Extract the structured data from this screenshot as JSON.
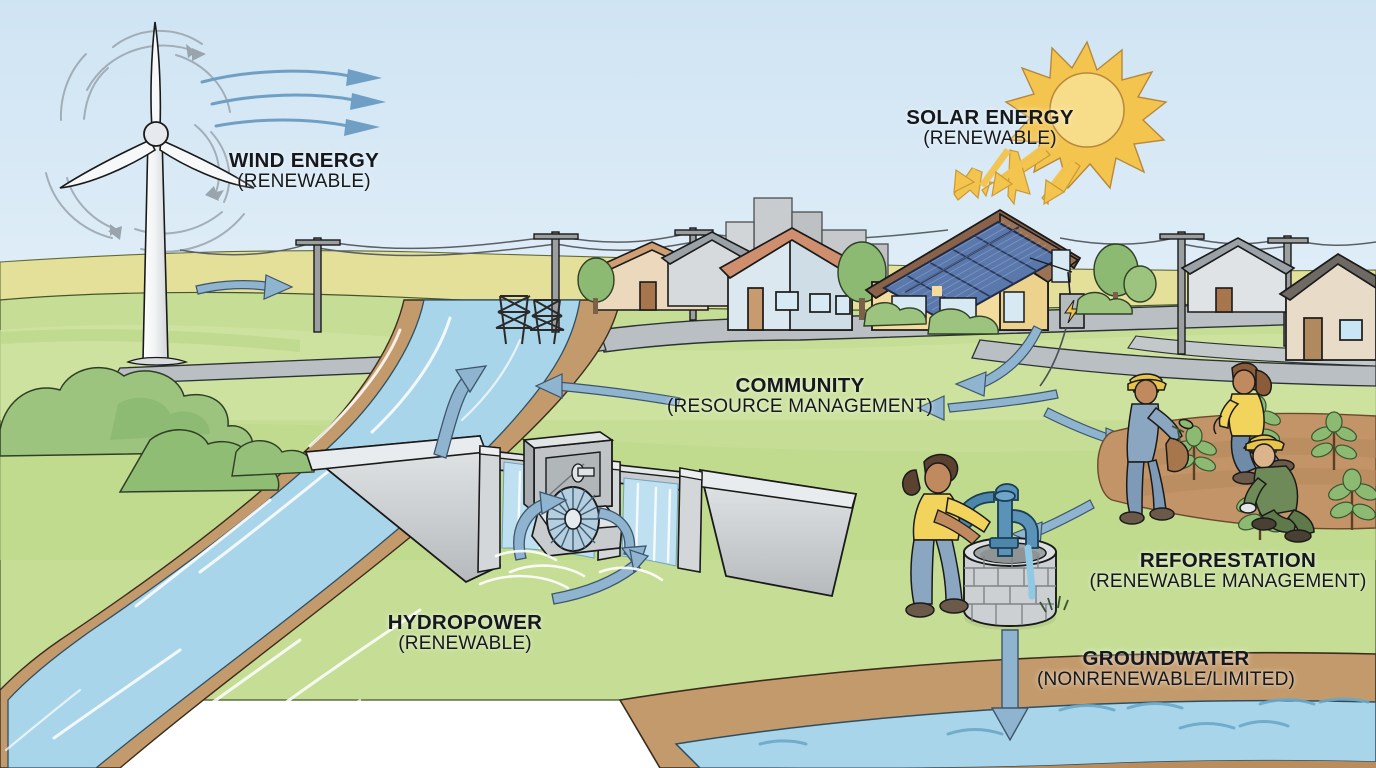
{
  "illustration": {
    "title": "Renewable and Nonrenewable Resources in a Community Landscape",
    "type": "educational-diagram"
  },
  "labels": {
    "wind": {
      "heading": "WIND ENERGY",
      "subheading": "(RENEWABLE)"
    },
    "solar": {
      "heading": "SOLAR ENERGY",
      "subheading": "(RENEWABLE)"
    },
    "community": {
      "heading": "COMMUNITY",
      "subheading": "(RESOURCE MANAGEMENT)"
    },
    "hydro": {
      "heading": "HYDROPOWER",
      "subheading": "(RENEWABLE)"
    },
    "reforest": {
      "heading": "REFORESTATION",
      "subheading": "(RENEWABLE MANAGEMENT)"
    },
    "ground": {
      "heading": "GROUNDWATER",
      "subheading": "(NONRENEWABLE/LIMITED)"
    }
  },
  "scene_elements": {
    "wind_turbine": "wind-turbine-icon",
    "sun": "sun-icon",
    "solar_panels": "solar-panel-array-icon",
    "house": "solar-house-icon",
    "dam": "hydroelectric-dam-icon",
    "turbine_wheel": "water-turbine-icon",
    "well": "stone-well-icon",
    "hand_pump": "hand-pump-icon",
    "villager": "villager-pumping-water",
    "planters": "tree-planting-workers",
    "saplings": "sapling-icon",
    "power_lines": "utility-pole-icon",
    "pylon": "transmission-tower-icon",
    "river": "river-icon",
    "aquifer": "aquifer-layer",
    "meter_box": "electric-meter-icon"
  },
  "colors": {
    "sky": "#d6e8f5",
    "grass": "#c5dd94",
    "grass_dark": "#b4d182",
    "grass_light": "#d2e5a8",
    "field_yellow": "#e4e09a",
    "water": "#a9d5ea",
    "water_light": "#bfe0f0",
    "soil": "#c39a6b",
    "soil_dark": "#b98d5d",
    "dirt_patch": "#c29468",
    "concrete": "#c9ccce",
    "concrete_light": "#e2e5e6",
    "concrete_dark": "#a9adb0",
    "sun_body": "#f7dd8a",
    "sun_ray": "#f3c54f",
    "panel_blue": "#5a78ac",
    "panel_blue_dark": "#3f5a86",
    "house_wall": "#f4dc9e",
    "house_roof": "#8a6249",
    "arrow_blue": "#8fb4cf",
    "arrow_yellow": "#f2c75c",
    "arrow_gray": "#9aa4ad",
    "outline": "#1a1a1a",
    "road": "#b9bfc2",
    "tree_green": "#8cba72",
    "bush_green": "#9cc47f",
    "label_text": "#15181c"
  }
}
